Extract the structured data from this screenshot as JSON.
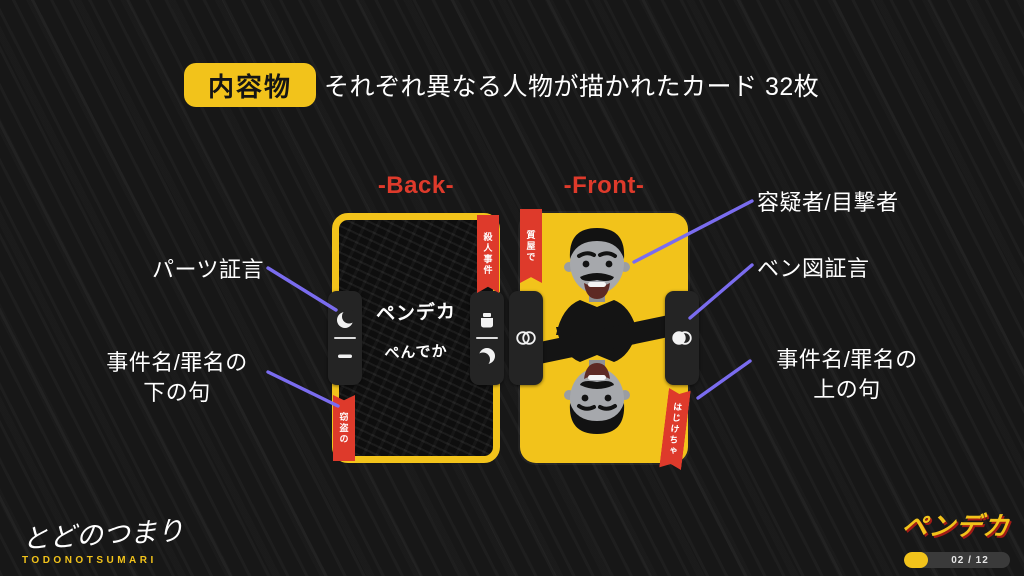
{
  "header": {
    "badge_label": "内容物",
    "description": "それぞれ異なる人物が描かれたカード 32枚"
  },
  "cards": {
    "back": {
      "title": "-Back-",
      "ribbon_top": "殺人事件",
      "ribbon_bottom": "窃盗の",
      "logo_main": "ペンデカ",
      "logo_sub": "ぺんでか"
    },
    "front": {
      "title": "-Front-",
      "ribbon_top": "質屋で",
      "ribbon_bottom": "はじけちゃ"
    }
  },
  "callouts": {
    "parts_testimony": "パーツ証言",
    "case_name_lower_line1": "事件名/罪名の",
    "case_name_lower_line2": "下の句",
    "suspect_witness": "容疑者/目撃者",
    "venn_testimony": "ベン図証言",
    "case_name_upper_line1": "事件名/罪名の",
    "case_name_upper_line2": "上の句"
  },
  "footer": {
    "studio_script": "とどのつまり",
    "studio_name": "TODONOTSUMARI",
    "brand_logo": "ペンデカ",
    "page_indicator": "02 / 12"
  },
  "icons": {
    "back_left_top": "crescent-icon",
    "back_left_bottom": "dash-icon",
    "back_right_top": "pouch-icon",
    "back_right_bottom": "crescent-icon",
    "front_left": "venn-diagram-icon",
    "front_right": "venn-diagram-filled-icon"
  },
  "colors": {
    "yellow": "#F2C31B",
    "red": "#DE3A2B",
    "purple": "#7A6CEF",
    "background": "#171717",
    "card_dark": "#0E0E0E",
    "text_white": "#FFFFFF"
  }
}
